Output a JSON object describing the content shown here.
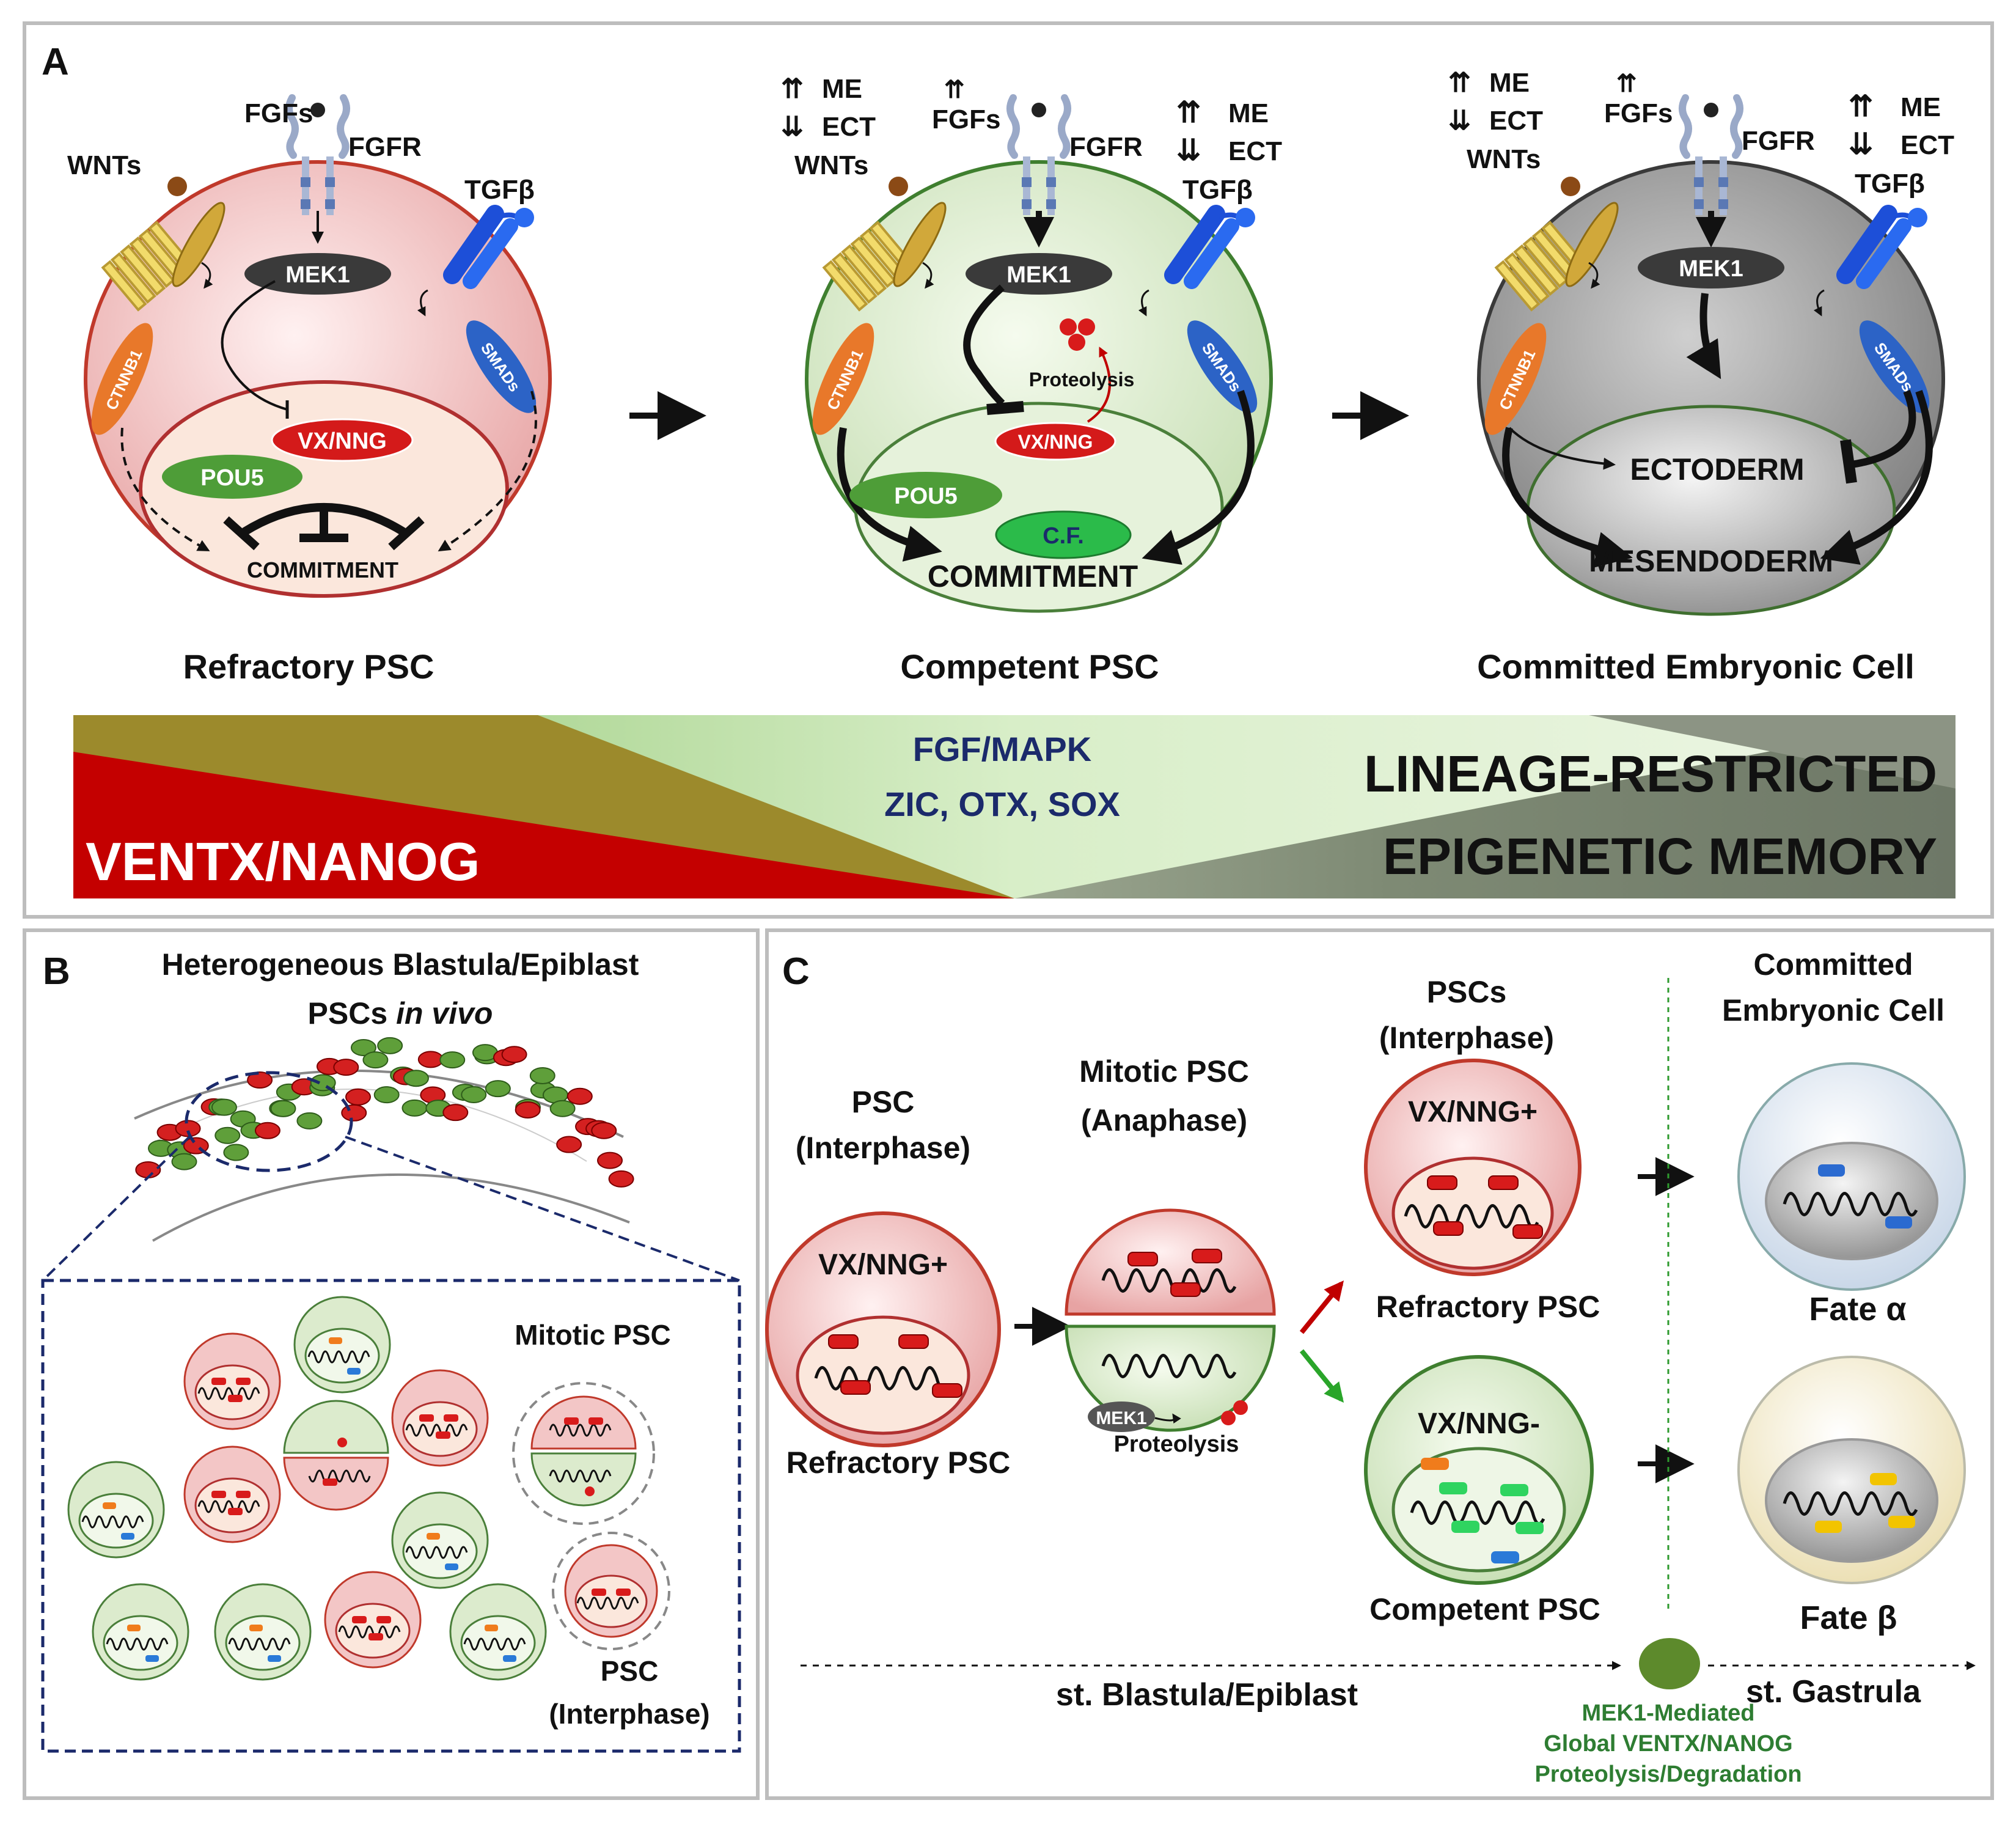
{
  "panelA": {
    "letter": "A",
    "cell1": {
      "fgfs": "FGFs",
      "fgfr": "FGFR",
      "wnts": "WNTs",
      "tgfb": "TGFβ",
      "mek1": "MEK1",
      "ctnnb1": "CTNNB1",
      "smads": "SMADs",
      "vxnng": "VX/NNG",
      "pou5": "POU5",
      "commitment": "COMMITMENT",
      "caption": "Refractory PSC"
    },
    "cell2": {
      "me": "ME",
      "ect": "ECT",
      "fgfs": "FGFs",
      "fgfr": "FGFR",
      "wnts": "WNTs",
      "tgfb": "TGFβ",
      "mek1": "MEK1",
      "ctnnb1": "CTNNB1",
      "smads": "SMADs",
      "proteolysis": "Proteolysis",
      "vxnng": "VX/NNG",
      "pou5": "POU5",
      "cf": "C.F.",
      "commitment": "COMMITMENT",
      "caption": "Competent PSC"
    },
    "cell3": {
      "me": "ME",
      "ect": "ECT",
      "fgfs": "FGFs",
      "fgfr": "FGFR",
      "wnts": "WNTs",
      "tgfb": "TGFβ",
      "mek1": "MEK1",
      "ctnnb1": "CTNNB1",
      "smads": "SMADs",
      "ectoderm": "ECTODERM",
      "mesendoderm": "MESENDODERM",
      "caption": "Committed Embryonic Cell"
    },
    "bar": {
      "left": "VENTX/NANOG",
      "mid1": "FGF/MAPK",
      "mid2": "ZIC, OTX, SOX",
      "right1": "LINEAGE-RESTRICTED",
      "right2": "EPIGENETIC MEMORY"
    }
  },
  "panelB": {
    "letter": "B",
    "title1": "Heterogeneous Blastula/Epiblast",
    "title2a": "PSCs ",
    "title2b": "in vivo",
    "mitotic": "Mitotic PSC",
    "psc": "PSC",
    "interphase": "(Interphase)"
  },
  "panelC": {
    "letter": "C",
    "psc1a": "PSC",
    "psc1b": "(Interphase)",
    "vxpos1": "VX/NNG+",
    "refr1": "Refractory PSC",
    "mit1": "Mitotic PSC",
    "mit2": "(Anaphase)",
    "mek1": "MEK1",
    "proteolysis": "Proteolysis",
    "pscs1": "PSCs",
    "pscs2": "(Interphase)",
    "vxpos2": "VX/NNG+",
    "refr2": "Refractory PSC",
    "vxneg": "VX/NNG-",
    "comp": "Competent PSC",
    "comm1": "Committed",
    "comm2": "Embryonic Cell",
    "fateA": "Fate α",
    "fateB": "Fate β",
    "blastula": "st. Blastula/Epiblast",
    "gastrula": "st. Gastrula",
    "note1": "MEK1-Mediated",
    "note2": "Global VENTX/NANOG",
    "note3": "Proteolysis/Degradation"
  },
  "colors": {
    "red": "#c00000",
    "green": "#3f8f2f",
    "navy": "#1b2a6b",
    "gray": "#7a7a7a",
    "blue": "#1f5fd6"
  }
}
